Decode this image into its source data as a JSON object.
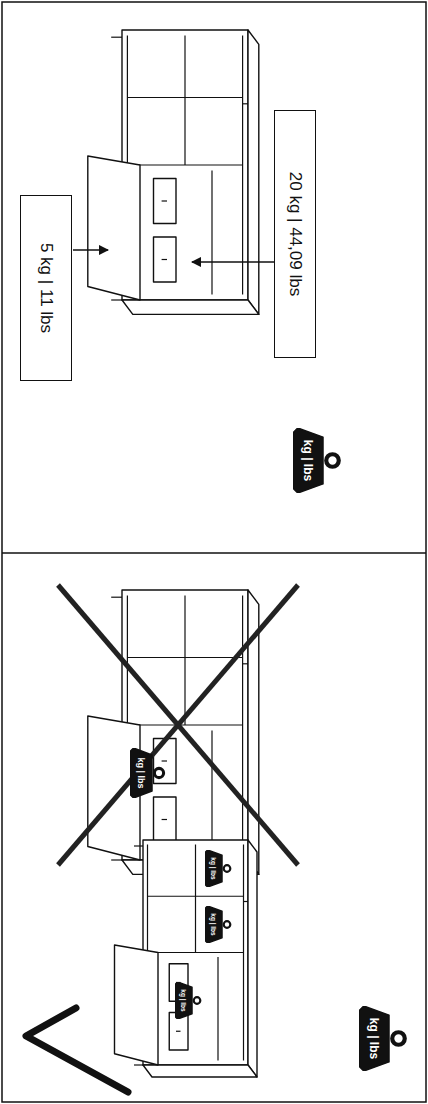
{
  "diagram": {
    "nodes": [
      {
        "text": [
          "20 kg | 44,09 lbs"
        ]
      },
      {
        "text": [
          "5 kg | 11 lbs"
        ]
      },
      {
        "text": [
          "kg | lbs"
        ]
      },
      {
        "text": [
          "kg | lbs"
        ]
      },
      {
        "text": [
          "kg | lbs"
        ]
      },
      {
        "text": [
          "kg | lbs"
        ]
      },
      {
        "text": [
          "kg | lbs"
        ]
      },
      {
        "text": [
          "kg | lbs"
        ]
      }
    ]
  }
}
